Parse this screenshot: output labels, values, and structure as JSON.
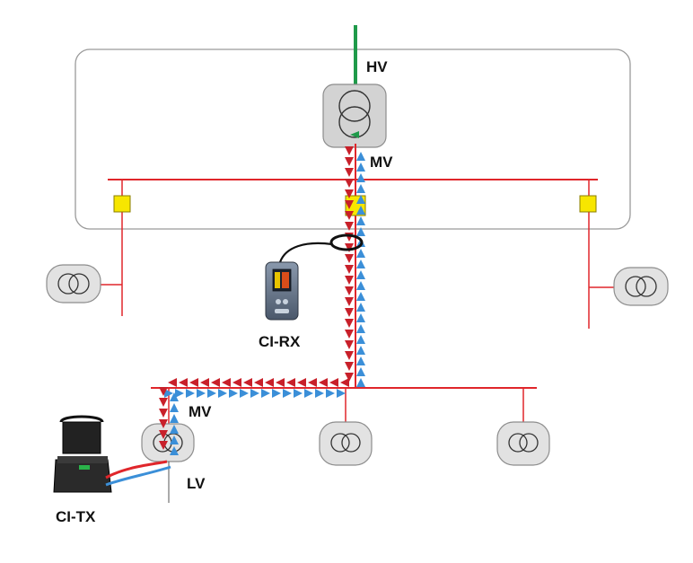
{
  "labels": {
    "hv": "HV",
    "mv_top": "MV",
    "mv_bottom": "MV",
    "lv": "LV",
    "ci_rx": "CI-RX",
    "ci_tx": "CI-TX"
  },
  "colors": {
    "busbar": "#e0262b",
    "hv_feed": "#1f9a4a",
    "arrow_red": "#c8202a",
    "arrow_blue": "#3b8fd8",
    "substation_box": "#9a9a9a",
    "switch_yellow": "#f7e600",
    "transformer_fill": "#e2e2e2"
  },
  "icons": {
    "main_transformer": "transformer-icon",
    "distribution_transformer": "transformer-icon",
    "receiver": "handheld-receiver-icon",
    "transmitter": "transmitter-case-icon",
    "clamp": "current-clamp-icon"
  }
}
